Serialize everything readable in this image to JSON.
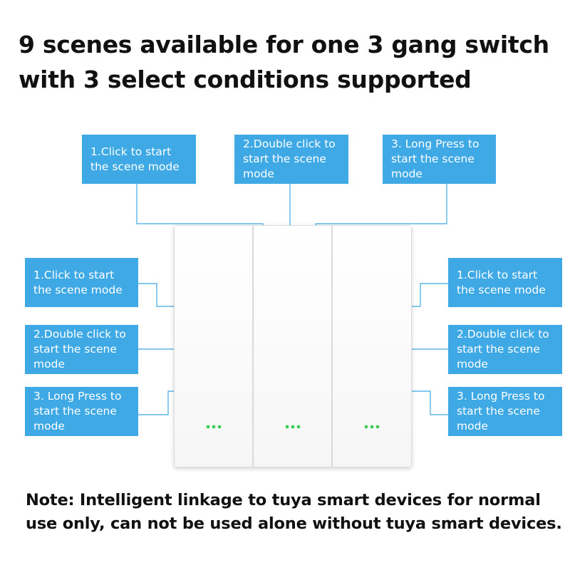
{
  "headline": {
    "line1": "9 scenes available for one 3 gang switch",
    "line2": "with 3 select conditions supported"
  },
  "callouts": {
    "top_click": "1.Click to start\nthe scene mode",
    "top_double": "2.Double click to\nstart the scene\nmode",
    "top_long": "3. Long Press to\nstart the scene\nmode",
    "left_click": "1.Click to start\nthe scene mode",
    "left_double": "2.Double click to\nstart the scene\nmode",
    "left_long": "3. Long Press to\nstart the scene\nmode",
    "right_click": "1.Click to start\nthe scene mode",
    "right_double": "2.Double click to\nstart the scene\nmode",
    "right_long": "3. Long Press to\nstart the scene\nmode"
  },
  "note": {
    "line1": "Note:  Intelligent linkage to tuya smart devices for normal",
    "line2": "use only, can not be used alone without tuya smart devices."
  },
  "colors": {
    "callout_bg": "#3fa9e6",
    "leader_line": "#3fa9e6",
    "led": "#2ec84a",
    "text": "#111111"
  },
  "switch": {
    "gang_count": 3,
    "led_icon": "indicator-led-dots-icon"
  }
}
